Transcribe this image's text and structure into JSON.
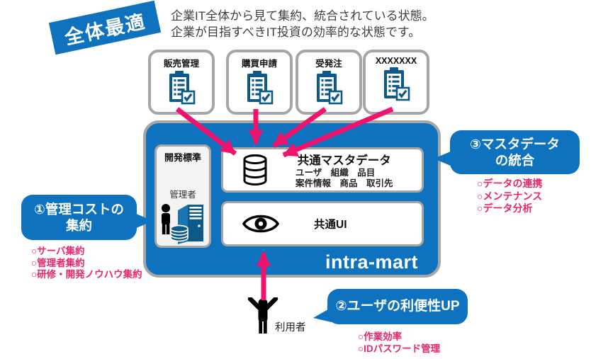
{
  "banner": {
    "label": "全体最適"
  },
  "description": {
    "line1": "企業IT全体から見て集約、統合されている状態。",
    "line2": "企業が目指すべきIT投資の効率的な状態です。"
  },
  "apps": [
    {
      "label": "販売管理"
    },
    {
      "label": "購買申請"
    },
    {
      "label": "受発注"
    },
    {
      "label": "XXXXXXX"
    }
  ],
  "platform": {
    "name": "intra-mart",
    "dev_standard": {
      "title": "開発標準",
      "admin_label": "管理者"
    },
    "master_data": {
      "title": "共通マスタデータ",
      "line1": "ユーザ　組織　品目",
      "line2": "案件情報　商品　取引先"
    },
    "common_ui": {
      "title": "共通UI"
    }
  },
  "callouts": {
    "cost": {
      "title_line1": "①管理コストの",
      "title_line2": "集約",
      "items": [
        "○サーバ集約",
        "○管理者集約",
        "○研修・開発ノウハウ集約"
      ]
    },
    "user": {
      "title": "②ユーザの利便性UP",
      "items": [
        "○作業効率",
        "○IDパスワード管理"
      ]
    },
    "master": {
      "title_line1": "③マスタデータ",
      "title_line2": "の統合",
      "items": [
        "○データの連携",
        "○メンテナンス",
        "○データ分析"
      ]
    }
  },
  "user": {
    "label": "利用者"
  },
  "icons": {
    "app": "clipboard-check-icon",
    "master_data": "database-icon",
    "common_ui": "eye-icon",
    "dev_standard": "admin-server-icon",
    "user": "person-raised-arms-icon"
  },
  "colors": {
    "primary_blue": "#0e72bf",
    "arrow_pink": "#ee146e",
    "list_red": "#e9256d",
    "border_gray": "#a6a6a6",
    "icon_blue": "#0d5a87"
  }
}
